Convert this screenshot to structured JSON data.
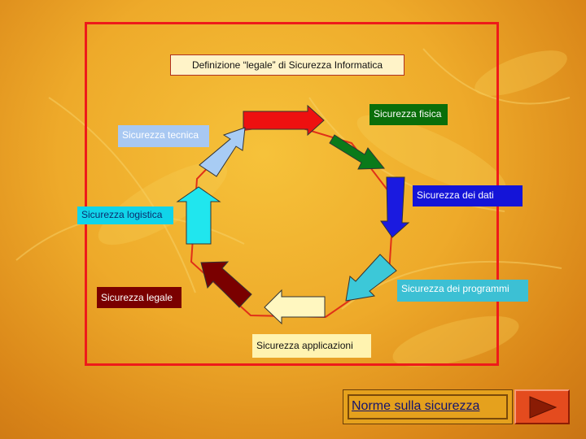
{
  "diagram": {
    "title": "Definizione “legale” di Sicurezza Informatica",
    "nodes": [
      {
        "id": "fisica",
        "label": "Sicurezza fisica",
        "color": "#0a6e0a"
      },
      {
        "id": "dati",
        "label": "Sicurezza dei dati",
        "color": "#1414d8"
      },
      {
        "id": "programmi",
        "label": "Sicurezza dei programmi",
        "color": "#3cc0d4"
      },
      {
        "id": "applicazioni",
        "label": "Sicurezza applicazioni",
        "color": "#fff3b0"
      },
      {
        "id": "legale",
        "label": "Sicurezza legale",
        "color": "#7a0000"
      },
      {
        "id": "logistica",
        "label": "Sicurezza logistica",
        "color": "#10d4ea"
      },
      {
        "id": "tecnica",
        "label": "Sicurezza tecnica",
        "color": "#a8c8f2"
      }
    ],
    "arrow_colors": [
      "#ee1010",
      "#0a7a1a",
      "#1a1ae0",
      "#3cc8d8",
      "#fff7c0",
      "#7a0000",
      "#20e6ee",
      "#a8ccf4"
    ],
    "frame_color": "#ee1a1a"
  },
  "nav": {
    "link_label": "Norme sulla sicurezza",
    "next_icon": "play-right-icon"
  }
}
